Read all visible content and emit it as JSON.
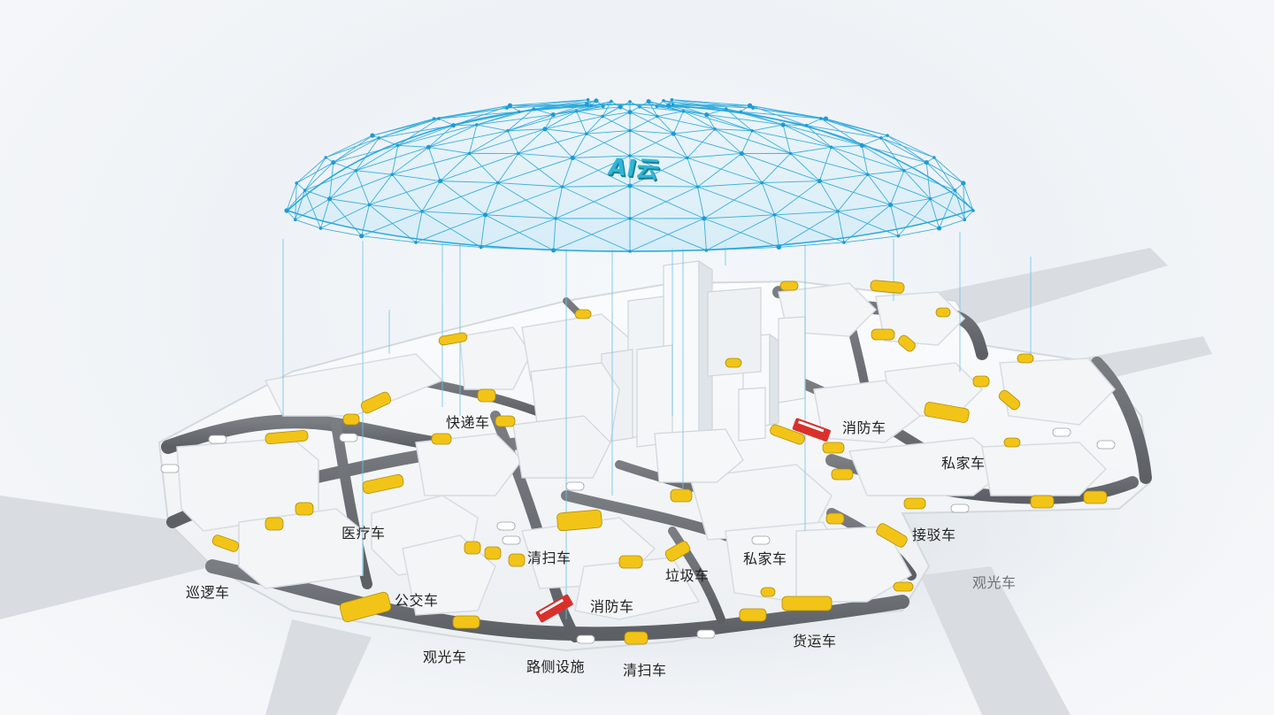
{
  "ai_badge": "AI云",
  "labels": {
    "express": "快递车",
    "fire_top": "消防车",
    "private_right": "私家车",
    "medical": "医疗车",
    "sweeper_center": "清扫车",
    "garbage": "垃圾车",
    "private_center": "私家车",
    "shuttle": "接驳车",
    "patrol": "巡逻车",
    "bus": "公交车",
    "fire_bottom": "消防车",
    "sightseeing_right": "观光车",
    "sightseeing_left": "观光车",
    "roadside": "路侧设施",
    "sweeper_bottom": "清扫车",
    "cargo": "货运车"
  },
  "colors": {
    "network": "#27a8dd",
    "vehicle_yellow": "#f2c417",
    "road": "#6a6e73",
    "building": "#f1f3f5",
    "fire_red": "#d8312c"
  }
}
